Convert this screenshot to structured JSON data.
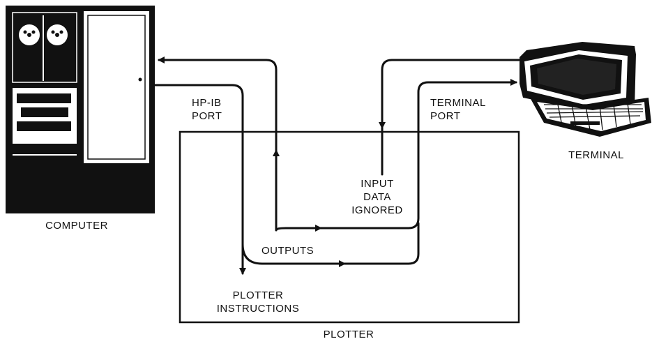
{
  "labels": {
    "computer": "COMPUTER",
    "terminal": "TERMINAL",
    "plotter": "PLOTTER",
    "hpib_port": [
      "HP-IB",
      "PORT"
    ],
    "terminal_port": [
      "TERMINAL",
      "PORT"
    ],
    "input_data_ignored": [
      "INPUT",
      "DATA",
      "IGNORED"
    ],
    "outputs": "OUTPUTS",
    "plotter_instructions": [
      "PLOTTER",
      "INSTRUCTIONS"
    ]
  },
  "colors": {
    "ink": "#111111",
    "paper": "#ffffff"
  }
}
